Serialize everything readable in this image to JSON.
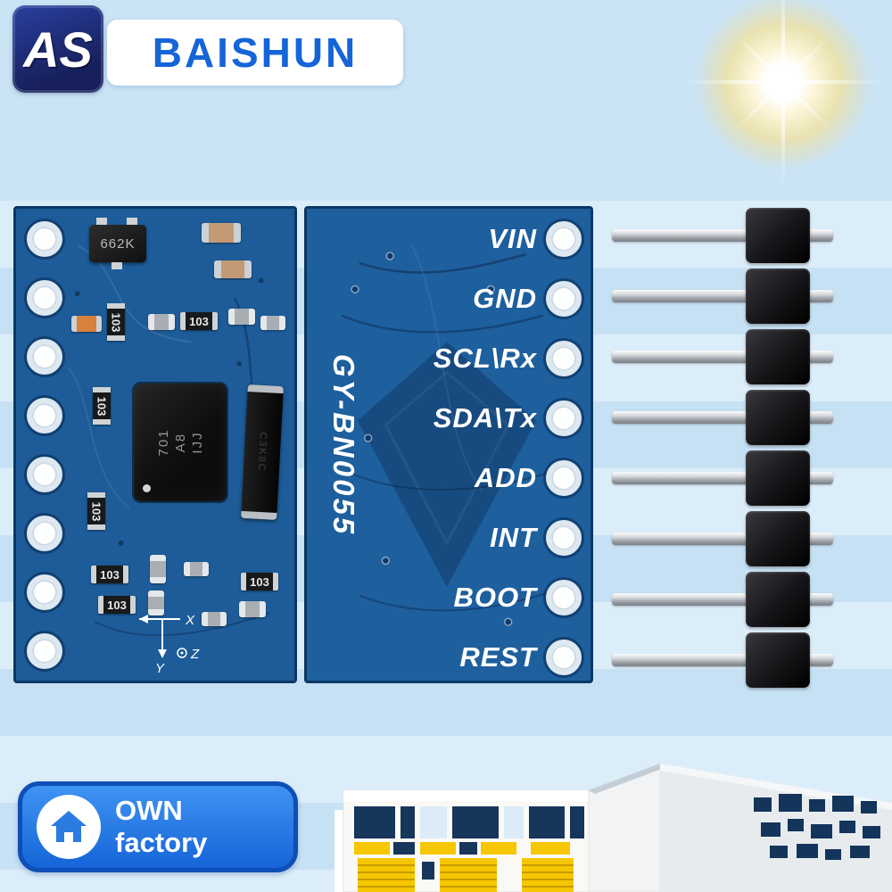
{
  "brand": {
    "logo_glyph": "AS",
    "name": "BAISHUN"
  },
  "modules": {
    "front": {
      "transistor_marking": "662K",
      "chip_marking": [
        "701",
        "A8",
        "IJJ"
      ],
      "crystal_marking": "C3K8C",
      "resistor_markings": [
        "103",
        "103",
        "103",
        "103",
        "103",
        "103",
        "103"
      ],
      "axis": {
        "x": "X",
        "y": "Y",
        "z": "Z"
      }
    },
    "back": {
      "model": "GY-BN0055",
      "pins": [
        "VIN",
        "GND",
        "SCL\\Rx",
        "SDA\\Tx",
        "ADD",
        "INT",
        "BOOT",
        "REST"
      ]
    }
  },
  "badge": {
    "line1": "OWN",
    "line2": "factory"
  },
  "colors": {
    "background_stripe_light": "#dcedfa",
    "background_stripe_dark": "#c7e1f4",
    "pcb_blue": "#1d5c99",
    "brand_blue": "#1565d8",
    "badge_blue": "#1f6fe0",
    "factory_yellow": "#f6c700",
    "window_navy": "#16365c",
    "header_plastic_black": "#141417",
    "pin_silver": "#c9cdd1"
  }
}
